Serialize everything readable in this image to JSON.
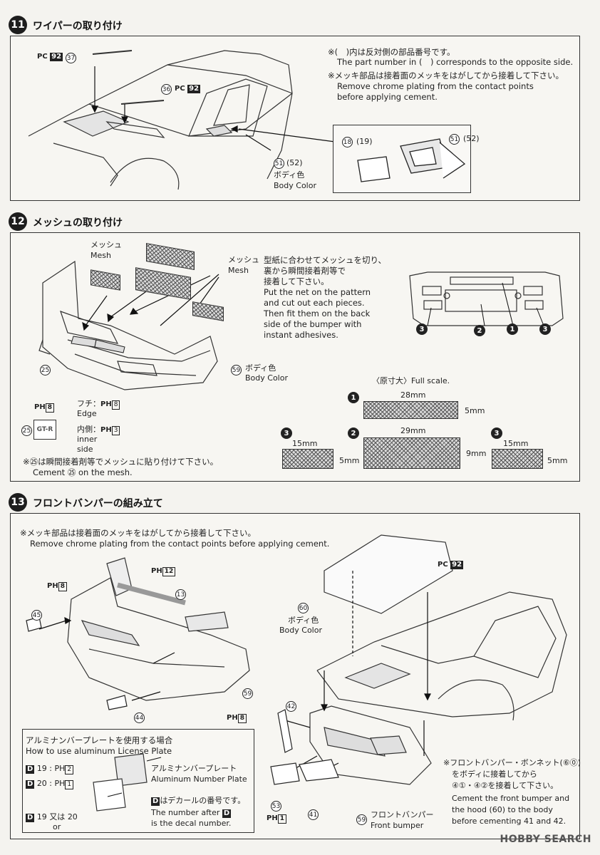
{
  "steps": {
    "s11": {
      "num": "11",
      "title": "ワイパーの取り付け",
      "note1_jp": "※(　)内は反対側の部品番号です。",
      "note1_en": "The part number in (　) corresponds to the opposite side.",
      "note2_jp": "※メッキ部品は接着面のメッキをはがしてから接着して下さい。",
      "note2_en1": "Remove chrome plating from the contact points",
      "note2_en2": "before applying cement.",
      "part37": "37",
      "part36": "36",
      "pc": "PC",
      "pc_num": "92",
      "part51": "51",
      "part52": "(52)",
      "part18": "18",
      "part19": "(19)",
      "body_color_jp": "ボディ色",
      "body_color_en": "Body Color"
    },
    "s12": {
      "num": "12",
      "title": "メッシュの取り付け",
      "mesh_jp": "メッシュ",
      "mesh_en": "Mesh",
      "instr_jp1": "型紙に合わせてメッシュを切り、",
      "instr_jp2": "裏から瞬間接着剤等で",
      "instr_jp3": "接着して下さい。",
      "instr_en1": "Put the net on the pattern",
      "instr_en2": "and cut out each pieces.",
      "instr_en3": "Then fit them on the back",
      "instr_en4": "side of the bumper with",
      "instr_en5": "instant adhesives.",
      "part25": "25",
      "part59": "59",
      "body_color_jp": "ボディ色",
      "body_color_en": "Body Color",
      "ph": "PH",
      "ph8": "8",
      "ph3": "3",
      "edge_jp": "フチ：",
      "edge_en": "Edge",
      "inner_jp": "内側：",
      "inner_en1": "inner",
      "inner_en2": "side",
      "cement_jp": "※㉕は瞬間接着剤等でメッシュに貼り付けて下さい。",
      "cement_en": "Cement ㉕ on the mesh.",
      "full_scale": "〈原寸大〉Full scale.",
      "b1": "1",
      "b2": "2",
      "b3": "3",
      "dim28": "28mm",
      "dim29": "29mm",
      "dim15": "15mm",
      "dim5": "5mm",
      "dim9": "9mm"
    },
    "s13": {
      "num": "13",
      "title": "フロントバンパーの組み立て",
      "chrome_jp": "※メッキ部品は接着面のメッキをはがしてから接着して下さい。",
      "chrome_en": "Remove chrome plating from the contact points before applying cement.",
      "ph12": "12",
      "ph8": "8",
      "ph1": "1",
      "ph2": "2",
      "part13": "13",
      "part45": "45",
      "part44": "44",
      "part59": "59",
      "part60": "60",
      "part42": "42",
      "part53": "53",
      "part41": "41",
      "body_color_jp": "ボディ色",
      "body_color_en": "Body Color",
      "front_bumper_jp": "フロントバンパー",
      "front_bumper_en": "Front bumper",
      "alu_title_jp": "アルミナンバープレートを使用する場合",
      "alu_title_en": "How to use aluminum License Plate",
      "alu_plate_jp": "アルミナンバープレート",
      "alu_plate_en": "Aluminum Number Plate",
      "decal_jp": "はデカールの番号です。",
      "decal_en1": "The number after",
      "decal_en2": "is the decal number.",
      "d": "D",
      "d19": "19",
      "d20": "20",
      "or_jp": "又は",
      "or_en": "or",
      "final_jp1": "※フロントバンパー・ボンネット(⑥⓪)",
      "final_jp2": "をボディに接着してから",
      "final_jp3": "④①・④②を接着して下さい。",
      "final_en1": "Cement the front bumper and",
      "final_en2": "the hood (60) to the body",
      "final_en3": "before cementing 41 and 42."
    }
  },
  "watermark": "HOBBY SEARCH"
}
